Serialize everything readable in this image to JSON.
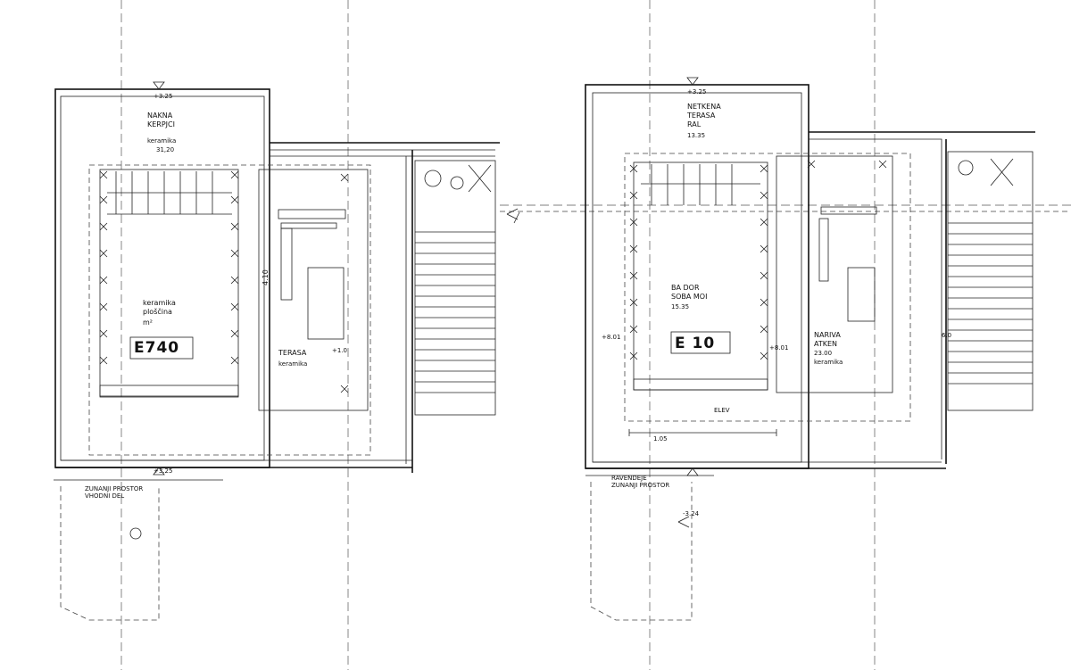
{
  "labels": {
    "left_room_code": "E740",
    "right_room_code": "E 10",
    "left_bath_area": "ploščina",
    "left_bath_floor": "keramika",
    "left_bath_unit": "m²",
    "left_top_room_name": "NAKNA",
    "left_top_room_sub": "KERPJCI",
    "left_top_room_floor": "keramika",
    "left_top_room_area": "31,20",
    "left_terrace": "TERASA",
    "left_terrace_floor": "keramika",
    "left_bottom_label": "ZUNANJI PROSTOR",
    "left_bottom_sub": "VHODNI DEL",
    "left_level_top": "+3.25",
    "left_level_bottom": "+3.25",
    "left_level_mid": "+1.0",
    "left_dim_side": "4.10",
    "right_top_name": "NETKENA",
    "right_top_sub": "TERASA",
    "right_top_floor": "RAL",
    "right_top_area": "13.35",
    "right_bath_name": "BA DOR",
    "right_bath_sub": "SOBA MOI",
    "right_bath_area": "15.35",
    "right_mid_name": "NARIVA",
    "right_mid_sub": "ATKEN",
    "right_mid_area": "23.00",
    "right_mid_floor": "keramika",
    "right_bottom_label": "RAVENDEJE",
    "right_bottom_sub": "ZUNANJI PROSTOR",
    "right_level_top": "+3.25",
    "right_level_left": "+8.01",
    "right_level_right": "+8.01",
    "right_level_bottom": "-3.24",
    "right_dim_bottom": "1.05",
    "right_dim_side": "6.0",
    "right_elev": "ELEV"
  }
}
